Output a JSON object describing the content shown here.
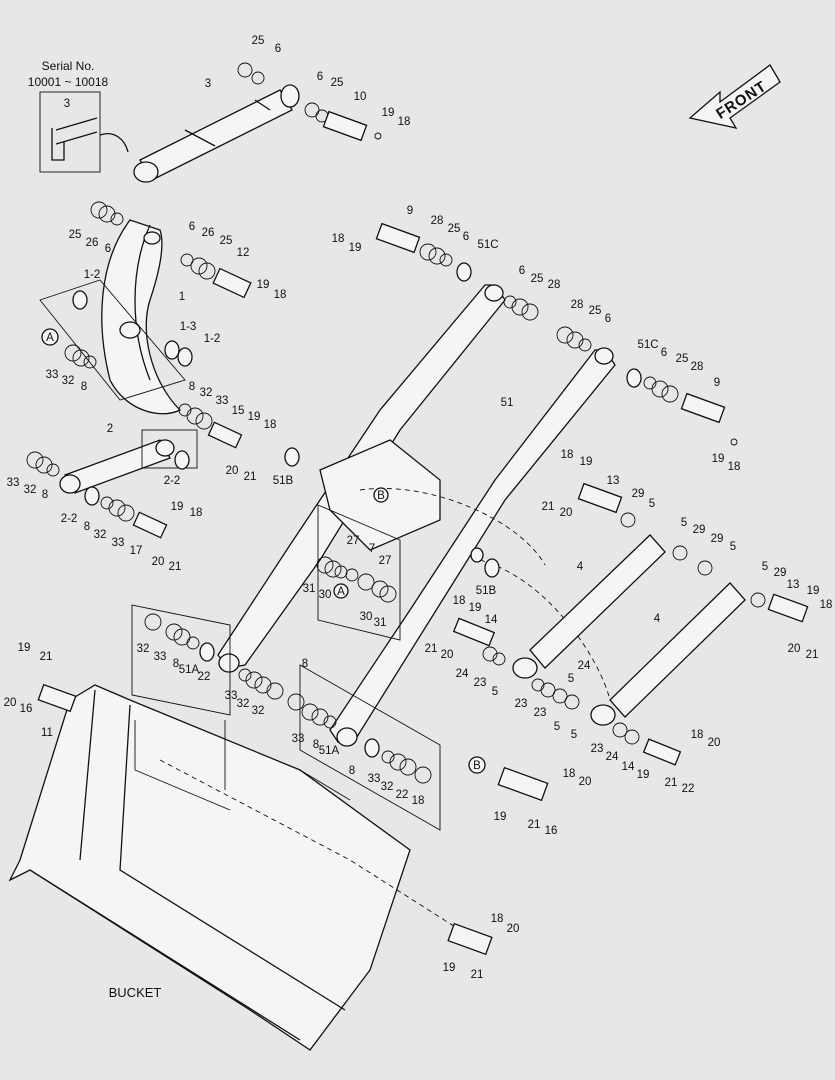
{
  "serial": {
    "line1": "Serial No.",
    "line2": "10001 ~ 10018",
    "inset_part": "3"
  },
  "front_label": "FRONT",
  "bucket_label": "BUCKET",
  "ref_markers": [
    "A",
    "B"
  ],
  "callouts": [
    "25",
    "6",
    "3",
    "6",
    "25",
    "10",
    "19",
    "18",
    "25",
    "26",
    "6",
    "6",
    "26",
    "25",
    "12",
    "19",
    "18",
    "1-2",
    "1",
    "1-3",
    "1-2",
    "33",
    "32",
    "8",
    "8",
    "32",
    "33",
    "15",
    "19",
    "18",
    "20",
    "21",
    "2",
    "33",
    "32",
    "8",
    "2-2",
    "2-2",
    "8",
    "32",
    "33",
    "17",
    "19",
    "18",
    "20",
    "21",
    "18",
    "19",
    "9",
    "28",
    "25",
    "6",
    "51C",
    "6",
    "25",
    "28",
    "28",
    "25",
    "6",
    "51C",
    "6",
    "25",
    "28",
    "9",
    "19",
    "18",
    "51",
    "51B",
    "27",
    "7",
    "31",
    "30",
    "27",
    "30",
    "31",
    "51B",
    "18",
    "19",
    "13",
    "29",
    "5",
    "21",
    "20",
    "5",
    "29",
    "29",
    "5",
    "4",
    "5",
    "29",
    "13",
    "19",
    "18",
    "20",
    "21",
    "4",
    "18",
    "19",
    "14",
    "21",
    "20",
    "24",
    "23",
    "5",
    "24",
    "5",
    "23",
    "23",
    "5",
    "5",
    "23",
    "24",
    "14",
    "19",
    "18",
    "20",
    "21",
    "22",
    "32",
    "33",
    "8",
    "51A",
    "22",
    "8",
    "33",
    "32",
    "32",
    "33",
    "8",
    "51A",
    "8",
    "33",
    "32",
    "22",
    "18",
    "19",
    "21",
    "20",
    "16",
    "11",
    "19",
    "18",
    "20",
    "21",
    "16",
    "19",
    "18",
    "20",
    "21"
  ]
}
